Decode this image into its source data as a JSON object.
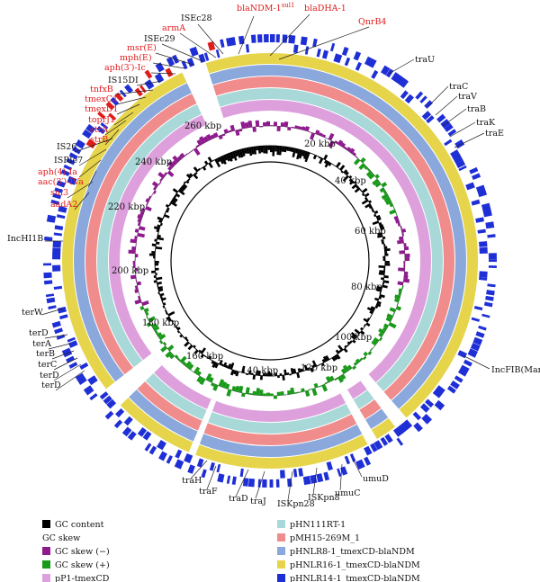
{
  "colors": {
    "gc_content": "#000000",
    "gc_skew_neg": "#8e1a8e",
    "gc_skew_pos": "#1a9a1a",
    "pP1": "#dda0dd",
    "pHN111RT": "#a8d8d8",
    "pMH15": "#f08c8c",
    "pHNLR8": "#8aa8dc",
    "pHNLR16": "#e6d44a",
    "pHNLR14": "#1f2fd6",
    "resistance_label": "#e01b1b",
    "other_label": "#111111"
  },
  "kbp_labels": [
    "20 kbp",
    "40 kbp",
    "60 kbp",
    "80 kbp",
    "100 kbp",
    "120 kbp",
    "140 kbp",
    "160 kbp",
    "180 kbp",
    "200 kbp",
    "220 kbp",
    "240 kbp",
    "260 kbp"
  ],
  "gene_labels": [
    {
      "text": "blaNDM-1",
      "sup": "sul1",
      "color": "red"
    },
    {
      "text": "blaDHA-1",
      "color": "red"
    },
    {
      "text": "QnrB4",
      "color": "red"
    },
    {
      "text": "ISEc28",
      "color": "black"
    },
    {
      "text": "armA",
      "color": "red"
    },
    {
      "text": "ISEc29",
      "color": "black"
    },
    {
      "text": "msr(E)",
      "color": "red"
    },
    {
      "text": "mph(E)",
      "color": "red"
    },
    {
      "text": "aph(3′)-Ic",
      "color": "red"
    },
    {
      "text": "IS15DI",
      "color": "black"
    },
    {
      "text": "tnfxB",
      "color": "red"
    },
    {
      "text": "tmexC1",
      "color": "red"
    },
    {
      "text": "tmexD1",
      "color": "red"
    },
    {
      "text": "toprJ1",
      "color": "red"
    },
    {
      "text": "strA",
      "color": "red"
    },
    {
      "text": "strB",
      "color": "red"
    },
    {
      "text": "IS26",
      "color": "black"
    },
    {
      "text": "ISRle7",
      "color": "black"
    },
    {
      "text": "aph(4)-Ia",
      "color": "red"
    },
    {
      "text": "aac(3′)-IVa",
      "color": "red"
    },
    {
      "text": "sul3",
      "color": "red"
    },
    {
      "text": "aadA2",
      "color": "red"
    },
    {
      "text": "IncHI1B",
      "color": "black"
    },
    {
      "text": "terW",
      "color": "black"
    },
    {
      "text": "terD",
      "color": "black"
    },
    {
      "text": "terA",
      "color": "black"
    },
    {
      "text": "terB",
      "color": "black"
    },
    {
      "text": "terC",
      "color": "black"
    },
    {
      "text": "terD",
      "color": "black"
    },
    {
      "text": "terD",
      "color": "black"
    },
    {
      "text": "traU",
      "color": "black"
    },
    {
      "text": "traC",
      "color": "black"
    },
    {
      "text": "traV",
      "color": "black"
    },
    {
      "text": "traB",
      "color": "black"
    },
    {
      "text": "traK",
      "color": "black"
    },
    {
      "text": "traE",
      "color": "black"
    },
    {
      "text": "IncFIB(Mar)",
      "color": "black"
    },
    {
      "text": "traH",
      "color": "black"
    },
    {
      "text": "traF",
      "color": "black"
    },
    {
      "text": "traD",
      "color": "black"
    },
    {
      "text": "traJ",
      "color": "black"
    },
    {
      "text": "ISKpn28",
      "color": "black"
    },
    {
      "text": "ISKpn8",
      "color": "black"
    },
    {
      "text": "umuC",
      "color": "black"
    },
    {
      "text": "umuD",
      "color": "black"
    }
  ],
  "legend": {
    "left": [
      {
        "swatch": "gc_content",
        "label": "GC content"
      },
      {
        "swatch": null,
        "label": "GC skew"
      },
      {
        "swatch": "gc_skew_neg",
        "label": "GC skew (−)"
      },
      {
        "swatch": "gc_skew_pos",
        "label": "GC skew (+)"
      },
      {
        "swatch": "pP1",
        "label": "pP1-tmexCD"
      }
    ],
    "right": [
      {
        "swatch": "pHN111RT",
        "label": "pHN111RT-1"
      },
      {
        "swatch": "pMH15",
        "label": "pMH15-269M_1"
      },
      {
        "swatch": "pHNLR8",
        "label": "pHNLR8-1_tmexCD-blaNDM"
      },
      {
        "swatch": "pHNLR16",
        "label": "pHNLR16-1_tmexCD-blaNDM"
      },
      {
        "swatch": "pHNLR14",
        "label": "pHNLR14-1_tmexCD-blaNDM"
      }
    ]
  }
}
